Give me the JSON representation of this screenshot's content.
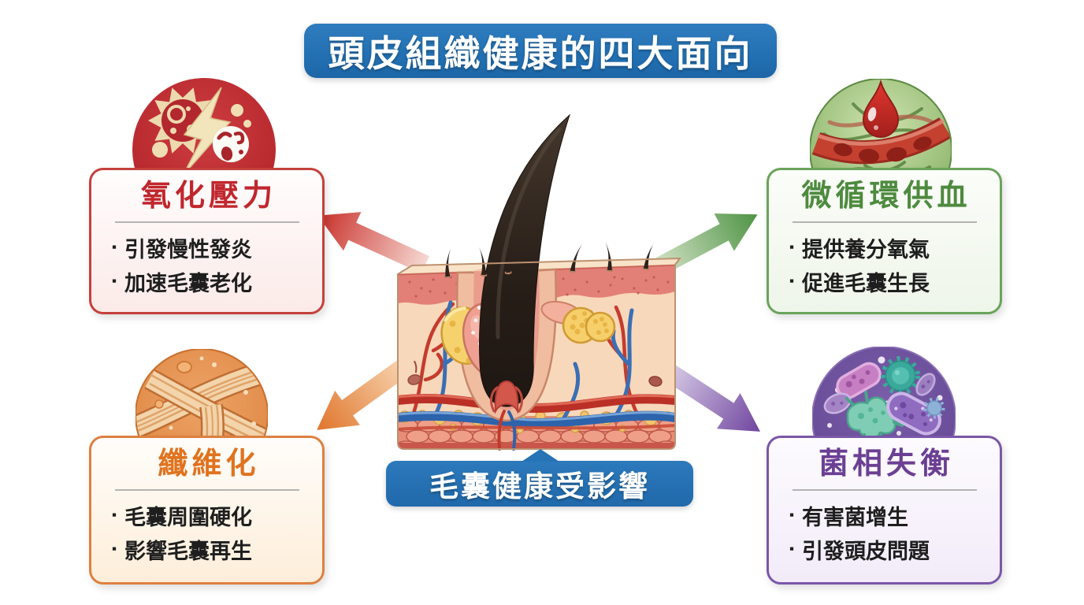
{
  "title_banner": {
    "text": "頭皮組織健康的四大面向",
    "bg_color": "#2270b2",
    "text_color": "#ffffff"
  },
  "center_caption": {
    "text": "毛囊健康受影響",
    "bg_color": "#2673b5",
    "text_color": "#ffffff"
  },
  "center_illustration": {
    "icon": "skin-cross-section-hair-follicle-illustration"
  },
  "bullet_marker": "▪",
  "cards": [
    {
      "position": "top-left",
      "title": "氧化壓力",
      "title_color": "#c0272d",
      "border_color": "#c5403c",
      "arrow_color": "#c9302a",
      "icon": "free-radicals-lightning-icon",
      "bullets": [
        "引發慢性發炎",
        "加速毛囊老化"
      ]
    },
    {
      "position": "top-right",
      "title": "微循環供血",
      "title_color": "#4e8a3f",
      "border_color": "#6aa35b",
      "arrow_color": "#4e9345",
      "icon": "blood-drop-capillary-icon",
      "bullets": [
        "提供養分氧氣",
        "促進毛囊生長"
      ]
    },
    {
      "position": "bottom-left",
      "title": "纖維化",
      "title_color": "#e0731f",
      "border_color": "#dd8040",
      "arrow_color": "#e0752c",
      "icon": "collagen-fibers-icon",
      "bullets": [
        "毛囊周圍硬化",
        "影響毛囊再生"
      ]
    },
    {
      "position": "bottom-right",
      "title": "菌相失衡",
      "title_color": "#6b3f93",
      "border_color": "#7a57a8",
      "arrow_color": "#70459f",
      "icon": "bacteria-microbiome-icon",
      "bullets": [
        "有害菌增生",
        "引發頭皮問題"
      ]
    }
  ]
}
